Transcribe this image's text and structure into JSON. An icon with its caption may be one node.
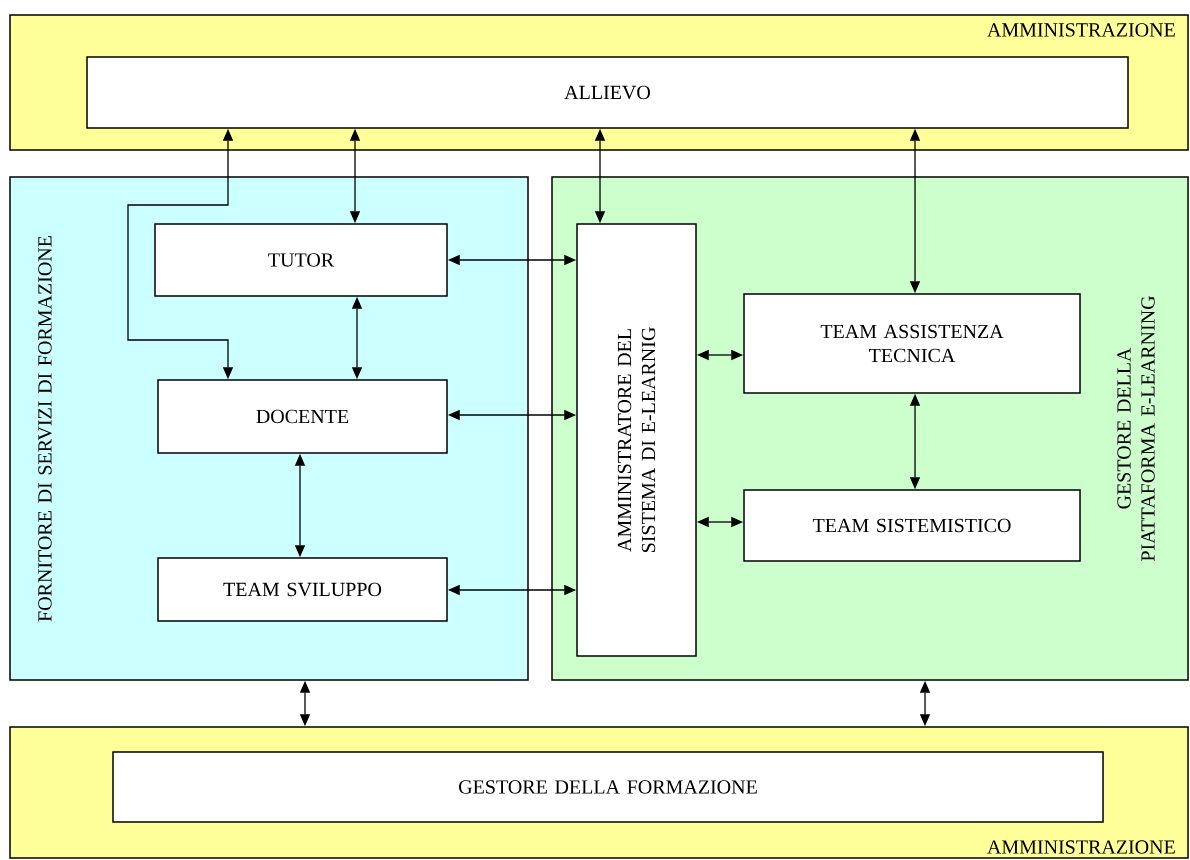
{
  "diagram": {
    "nodes": [
      {
        "text": [
          "AMMINISTRAZIONE"
        ]
      },
      {
        "text": [
          "ALLIEVO"
        ],
        "in": 0
      },
      {
        "text": [
          "FORNITORE DI SERVIZI DI FORMAZIONE"
        ]
      },
      {
        "text": [
          "TUTOR"
        ],
        "in": 2
      },
      {
        "text": [
          "DOCENTE"
        ],
        "in": 2
      },
      {
        "text": [
          "TEAM SVILUPPO"
        ],
        "in": 2
      },
      {
        "text": [
          "GESTORE DELLA PIATTAFORMA E-LEARNING"
        ]
      },
      {
        "text": [
          "AMMINISTRATORE DEL SISTEMA DI E-LEARNIG"
        ],
        "in": 6
      },
      {
        "text": [
          "TEAM ASSISTENZA TECNICA"
        ],
        "in": 6
      },
      {
        "text": [
          "TEAM SISTEMISTICO"
        ],
        "in": 6
      },
      {
        "text": [
          "AMMINISTRAZIONE"
        ]
      },
      {
        "text": [
          "GESTORE DELLA FORMAZIONE"
        ],
        "in": 10
      }
    ],
    "edges": [
      {
        "from": 1,
        "to": 4,
        "arrow": "both"
      },
      {
        "from": 1,
        "to": 3,
        "arrow": "both"
      },
      {
        "from": 1,
        "to": 7,
        "arrow": "both"
      },
      {
        "from": 1,
        "to": 8,
        "arrow": "both"
      },
      {
        "from": 3,
        "to": 4,
        "arrow": "both"
      },
      {
        "from": 4,
        "to": 5,
        "arrow": "both"
      },
      {
        "from": 3,
        "to": 7,
        "arrow": "both"
      },
      {
        "from": 4,
        "to": 7,
        "arrow": "both"
      },
      {
        "from": 5,
        "to": 7,
        "arrow": "both"
      },
      {
        "from": 7,
        "to": 8,
        "arrow": "both"
      },
      {
        "from": 7,
        "to": 9,
        "arrow": "both"
      },
      {
        "from": 8,
        "to": 9,
        "arrow": "both"
      },
      {
        "from": 2,
        "to": 10,
        "arrow": "both"
      },
      {
        "from": 6,
        "to": 10,
        "arrow": "both"
      }
    ]
  }
}
